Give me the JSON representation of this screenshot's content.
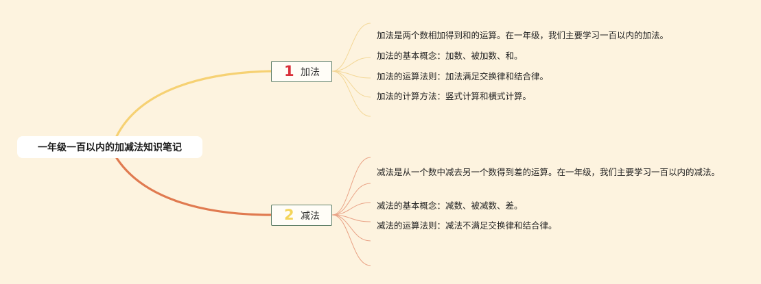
{
  "root": {
    "title": "一年级一百以内的加减法知识笔记"
  },
  "branches": [
    {
      "number": "1",
      "label": "加法",
      "color": "#f4d070",
      "number_color": "#d9303a",
      "items": [
        "加法是两个数相加得到和的运算。在一年级，我们主要学习一百以内的加法。",
        "加法的基本概念：加数、被加数、和。",
        "加法的运算法则：加法满足交换律和结合律。",
        "加法的计算方法：竖式计算和横式计算。"
      ]
    },
    {
      "number": "2",
      "label": "减法",
      "color": "#e07a50",
      "number_color": "#f4d55a",
      "items": [
        "减法是从一个数中减去另一个数得到差的运算。在一年级，我们主要学习一百以内的减法。",
        "减法的基本概念：减数、被减数、差。",
        "减法的运算法则：减法不满足交换律和结合律。"
      ]
    }
  ]
}
